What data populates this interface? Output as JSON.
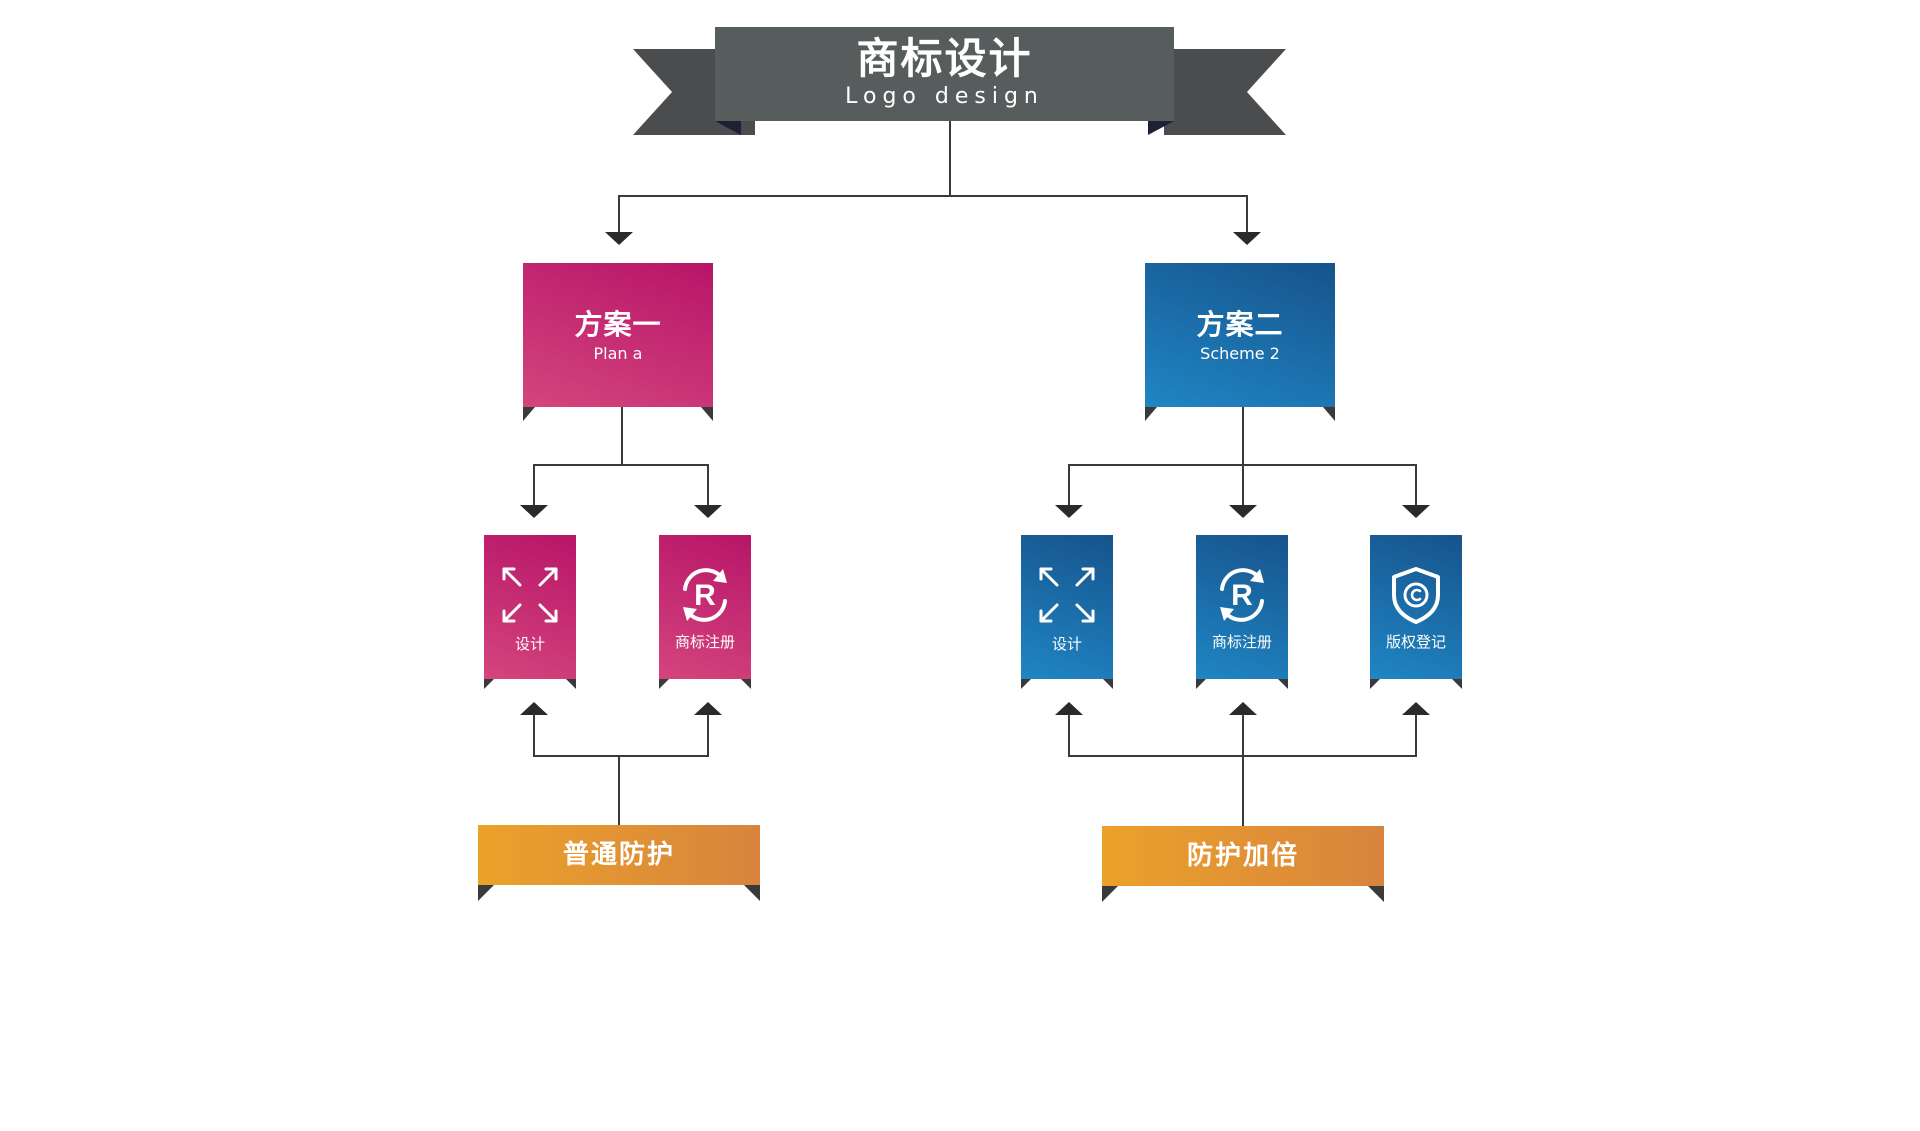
{
  "title": {
    "main": "商标设计",
    "sub": "Logo design"
  },
  "plans": [
    {
      "title": "方案一",
      "subtitle": "Plan a",
      "color": "#c42670"
    },
    {
      "title": "方案二",
      "subtitle": "Scheme 2",
      "color": "#1b6aaa"
    }
  ],
  "plan_a_items": [
    {
      "label": "设计",
      "icon": "expand-arrows-icon"
    },
    {
      "label": "商标注册",
      "icon": "registered-trademark-icon"
    }
  ],
  "plan_b_items": [
    {
      "label": "设计",
      "icon": "expand-arrows-icon"
    },
    {
      "label": "商标注册",
      "icon": "registered-trademark-icon"
    },
    {
      "label": "版权登记",
      "icon": "copyright-shield-icon"
    }
  ],
  "tiers": [
    {
      "label": "普通防护",
      "color": "#e99a2c"
    },
    {
      "label": "防护加倍",
      "color": "#e99a2c"
    }
  ]
}
